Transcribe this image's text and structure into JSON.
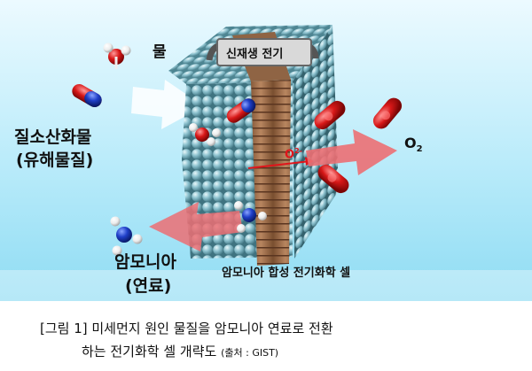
{
  "labels": {
    "water": "물",
    "renewable_electricity": "신재생 전기",
    "nitrogen_oxide": "질소산화물",
    "harmful_substance": "(유해물질)",
    "oxide_ion": "O",
    "oxide_charge": "2-",
    "oxygen": "O",
    "oxygen_sub": "2",
    "ammonia": "암모니아",
    "fuel": "(연료)",
    "cell_name": "암모니아 합성 전기화학 셀"
  },
  "caption": {
    "line1": "[그림 1] 미세먼지 원인 물질을 암모니아 연료로 전환",
    "line2": "하는 전기화학 셀 개략도",
    "source": "(출처 : GIST)"
  },
  "colors": {
    "background_top": "#e7f8fe",
    "background_bottom": "#9fe2f6",
    "sphere": "#8dc2cf",
    "membrane": "#9c6d4a",
    "oxygen_atom": "#d01818",
    "nitrogen_atom": "#1f3fc8",
    "hydrogen_atom": "#f4f4f4",
    "arrow_white": "#ffffff",
    "arrow_red": "#ec6f73"
  }
}
